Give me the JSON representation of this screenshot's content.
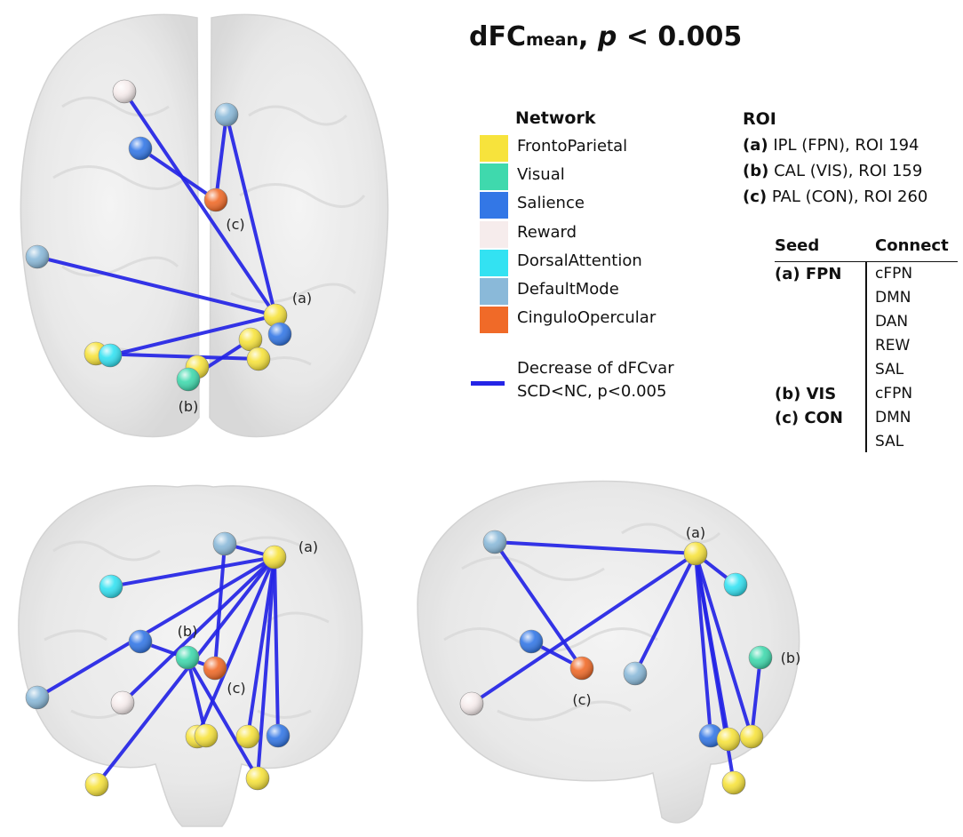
{
  "figure": {
    "title_main": "dFC",
    "title_sub": "mean",
    "title_sep": ",",
    "title_p": "p",
    "title_rest": "< 0.005"
  },
  "legend": {
    "title": "Network",
    "items": [
      {
        "label": "FrontoParietal",
        "color": "#f7e33c"
      },
      {
        "label": "Visual",
        "color": "#3fd9ad"
      },
      {
        "label": "Salience",
        "color": "#3377e6"
      },
      {
        "label": "Reward",
        "color": "#f6ecec"
      },
      {
        "label": "DorsalAttention",
        "color": "#33e2f2"
      },
      {
        "label": "DefaultMode",
        "color": "#8ab9d9"
      },
      {
        "label": "CinguloOpercular",
        "color": "#f06a28"
      }
    ],
    "line": {
      "line1": "Decrease of dFCvar",
      "line2": "SCD<NC, p<0.005",
      "color": "#2424e6"
    }
  },
  "roi": {
    "title": "ROI",
    "items": [
      {
        "tag": "(a)",
        "text": " IPL (FPN), ROI 194"
      },
      {
        "tag": "(b)",
        "text": " CAL (VIS), ROI 159"
      },
      {
        "tag": "(c)",
        "text": " PAL (CON), ROI 260"
      }
    ]
  },
  "seed_table": {
    "headers": [
      "Seed",
      "Connect"
    ],
    "rows": [
      {
        "seed": "(a) FPN",
        "connect": "cFPN"
      },
      {
        "seed": "",
        "connect": "DMN"
      },
      {
        "seed": "",
        "connect": "DAN"
      },
      {
        "seed": "",
        "connect": "REW"
      },
      {
        "seed": "",
        "connect": "SAL"
      },
      {
        "seed": "(b) VIS",
        "connect": "cFPN"
      },
      {
        "seed": "(c) CON",
        "connect": "DMN"
      },
      {
        "seed": "",
        "connect": "SAL"
      }
    ]
  },
  "views": [
    {
      "name": "axial",
      "nodes": [
        {
          "id": "a1",
          "net": "FrontoParietal"
        },
        {
          "id": "a2",
          "net": "Reward"
        },
        {
          "id": "a3",
          "net": "DefaultMode"
        },
        {
          "id": "a4",
          "net": "Salience"
        },
        {
          "id": "a5",
          "net": "CinguloOpercular"
        },
        {
          "id": "a6",
          "net": "DefaultMode"
        },
        {
          "id": "a7",
          "net": "FrontoParietal"
        },
        {
          "id": "a8",
          "net": "DorsalAttention"
        },
        {
          "id": "a9",
          "net": "FrontoParietal"
        },
        {
          "id": "a10",
          "net": "Salience"
        },
        {
          "id": "a11",
          "net": "FrontoParietal"
        },
        {
          "id": "a12",
          "net": "FrontoParietal"
        },
        {
          "id": "a13",
          "net": "Visual"
        }
      ],
      "edges": [
        [
          "a1",
          "a2"
        ],
        [
          "a1",
          "a3"
        ],
        [
          "a1",
          "a6"
        ],
        [
          "a1",
          "a8"
        ],
        [
          "a1",
          "a10"
        ],
        [
          "a5",
          "a3"
        ],
        [
          "a5",
          "a4"
        ],
        [
          "a13",
          "a9"
        ],
        [
          "a13",
          "a12"
        ],
        [
          "a7",
          "a11"
        ]
      ],
      "labels": [
        {
          "text": "(a)",
          "node": "a1"
        },
        {
          "text": "(b)",
          "node": "a13"
        },
        {
          "text": "(c)",
          "node": "a5"
        }
      ]
    },
    {
      "name": "coronal",
      "nodes": [
        {
          "id": "c1",
          "net": "FrontoParietal"
        },
        {
          "id": "c2",
          "net": "DefaultMode"
        },
        {
          "id": "c3",
          "net": "DorsalAttention"
        },
        {
          "id": "c4",
          "net": "Salience"
        },
        {
          "id": "c5",
          "net": "Visual"
        },
        {
          "id": "c6",
          "net": "CinguloOpercular"
        },
        {
          "id": "c7",
          "net": "DefaultMode"
        },
        {
          "id": "c8",
          "net": "Reward"
        },
        {
          "id": "c9",
          "net": "FrontoParietal"
        },
        {
          "id": "c10",
          "net": "FrontoParietal"
        },
        {
          "id": "c11",
          "net": "Salience"
        },
        {
          "id": "c12",
          "net": "FrontoParietal"
        },
        {
          "id": "c13",
          "net": "FrontoParietal"
        },
        {
          "id": "c14",
          "net": "FrontoParietal"
        }
      ],
      "edges": [
        [
          "c1",
          "c3"
        ],
        [
          "c1",
          "c7"
        ],
        [
          "c1",
          "c8"
        ],
        [
          "c1",
          "c9"
        ],
        [
          "c1",
          "c10"
        ],
        [
          "c1",
          "c11"
        ],
        [
          "c1",
          "c12"
        ],
        [
          "c1",
          "c13"
        ],
        [
          "c1",
          "c2"
        ],
        [
          "c5",
          "c13"
        ],
        [
          "c5",
          "c14"
        ],
        [
          "c6",
          "c2"
        ],
        [
          "c6",
          "c4"
        ]
      ],
      "labels": [
        {
          "text": "(a)",
          "node": "c1"
        },
        {
          "text": "(b)",
          "node": "c5"
        },
        {
          "text": "(c)",
          "node": "c6"
        }
      ]
    },
    {
      "name": "sagittal",
      "nodes": [
        {
          "id": "s1",
          "net": "FrontoParietal"
        },
        {
          "id": "s2",
          "net": "DefaultMode"
        },
        {
          "id": "s3",
          "net": "DorsalAttention"
        },
        {
          "id": "s4",
          "net": "Salience"
        },
        {
          "id": "s5",
          "net": "CinguloOpercular"
        },
        {
          "id": "s6",
          "net": "DefaultMode"
        },
        {
          "id": "s7",
          "net": "Reward"
        },
        {
          "id": "s8",
          "net": "Visual"
        },
        {
          "id": "s9",
          "net": "Salience"
        },
        {
          "id": "s10",
          "net": "FrontoParietal"
        },
        {
          "id": "s11",
          "net": "FrontoParietal"
        },
        {
          "id": "s12",
          "net": "FrontoParietal"
        }
      ],
      "edges": [
        [
          "s1",
          "s2"
        ],
        [
          "s1",
          "s3"
        ],
        [
          "s1",
          "s6"
        ],
        [
          "s1",
          "s7"
        ],
        [
          "s1",
          "s9"
        ],
        [
          "s1",
          "s10"
        ],
        [
          "s1",
          "s11"
        ],
        [
          "s1",
          "s12"
        ],
        [
          "s5",
          "s2"
        ],
        [
          "s5",
          "s4"
        ],
        [
          "s8",
          "s11"
        ]
      ],
      "labels": [
        {
          "text": "(a)",
          "node": "s1"
        },
        {
          "text": "(b)",
          "node": "s8"
        },
        {
          "text": "(c)",
          "node": "s5"
        }
      ]
    }
  ]
}
